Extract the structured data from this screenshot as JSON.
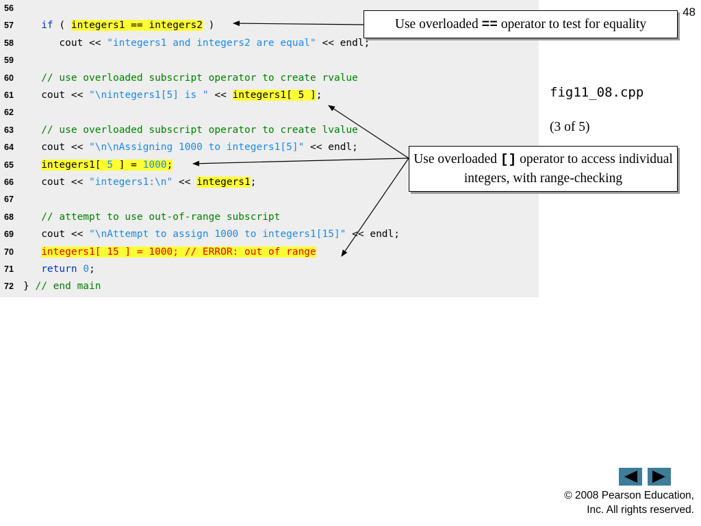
{
  "slide_number": "48",
  "file_name": "fig11_08.cpp",
  "page_indicator": "(3 of 5)",
  "code_lines": [
    {
      "num": "56",
      "segments": []
    },
    {
      "num": "57",
      "segments": [
        {
          "t": "   ",
          "c": ""
        },
        {
          "t": "if",
          "c": "kw"
        },
        {
          "t": " ( ",
          "c": ""
        },
        {
          "t": "integers1 == integers2",
          "c": "hl"
        },
        {
          "t": " )",
          "c": ""
        }
      ]
    },
    {
      "num": "58",
      "segments": [
        {
          "t": "      cout << ",
          "c": ""
        },
        {
          "t": "\"integers1 and integers2 are equal\"",
          "c": "str"
        },
        {
          "t": " << endl;",
          "c": ""
        }
      ]
    },
    {
      "num": "59",
      "segments": []
    },
    {
      "num": "60",
      "segments": [
        {
          "t": "   ",
          "c": ""
        },
        {
          "t": "// use overloaded subscript operator to create rvalue",
          "c": "cm"
        }
      ]
    },
    {
      "num": "61",
      "segments": [
        {
          "t": "   cout << ",
          "c": ""
        },
        {
          "t": "\"\\nintegers1[5] is \"",
          "c": "str"
        },
        {
          "t": " << ",
          "c": ""
        },
        {
          "t": "integers1[ 5 ]",
          "c": "hl"
        },
        {
          "t": ";",
          "c": ""
        }
      ]
    },
    {
      "num": "62",
      "segments": []
    },
    {
      "num": "63",
      "segments": [
        {
          "t": "   ",
          "c": ""
        },
        {
          "t": "// use overloaded subscript operator to create lvalue",
          "c": "cm"
        }
      ]
    },
    {
      "num": "64",
      "segments": [
        {
          "t": "   cout << ",
          "c": ""
        },
        {
          "t": "\"\\n\\nAssigning 1000 to integers1[5]\"",
          "c": "str"
        },
        {
          "t": " << endl;",
          "c": ""
        }
      ]
    },
    {
      "num": "65",
      "segments": [
        {
          "t": "   ",
          "c": ""
        },
        {
          "t": "integers1[ ",
          "c": "hl"
        },
        {
          "t": "5",
          "c": "hl num"
        },
        {
          "t": " ] = ",
          "c": "hl"
        },
        {
          "t": "1000",
          "c": "hl num"
        },
        {
          "t": ";",
          "c": "hl"
        }
      ]
    },
    {
      "num": "66",
      "segments": [
        {
          "t": "   cout << ",
          "c": ""
        },
        {
          "t": "\"integers1:\\n\"",
          "c": "str"
        },
        {
          "t": " << ",
          "c": ""
        },
        {
          "t": "integers1",
          "c": "hl"
        },
        {
          "t": ";",
          "c": ""
        }
      ]
    },
    {
      "num": "67",
      "segments": []
    },
    {
      "num": "68",
      "segments": [
        {
          "t": "   ",
          "c": ""
        },
        {
          "t": "// attempt to use out-of-range subscript",
          "c": "cm"
        }
      ]
    },
    {
      "num": "69",
      "segments": [
        {
          "t": "   cout << ",
          "c": ""
        },
        {
          "t": "\"\\nAttempt to assign 1000 to integers1[15]\"",
          "c": "str"
        },
        {
          "t": " << endl;",
          "c": ""
        }
      ]
    },
    {
      "num": "70",
      "segments": [
        {
          "t": "   ",
          "c": ""
        },
        {
          "t": "integers1[ 15 ] = 1000; // ERROR: out of range",
          "c": "err"
        }
      ]
    },
    {
      "num": "71",
      "segments": [
        {
          "t": "   ",
          "c": ""
        },
        {
          "t": "return",
          "c": "kw"
        },
        {
          "t": " ",
          "c": ""
        },
        {
          "t": "0",
          "c": "num"
        },
        {
          "t": ";",
          "c": ""
        }
      ]
    },
    {
      "num": "72",
      "segments": [
        {
          "t": "} ",
          "c": ""
        },
        {
          "t": "// end main",
          "c": "cm"
        }
      ]
    }
  ],
  "callout_equality": {
    "before": "Use overloaded ",
    "op": "==",
    "after": " operator to test for equality"
  },
  "callout_subscript": {
    "before": "Use overloaded ",
    "op": "[]",
    "after": " operator to access individual integers, with range-checking"
  },
  "nav": {
    "prev_icon": "triangle-left-icon",
    "next_icon": "triangle-right-icon"
  },
  "copyright": {
    "line1": "© 2008 Pearson Education,",
    "line2": "Inc.  All rights reserved."
  },
  "colors": {
    "code_background": "#eeeeee",
    "highlight": "#ffff33",
    "keyword": "#0033cc",
    "string": "#1e88e5",
    "comment": "#008000",
    "error": "#e00000",
    "nav_button": "#3d7d99"
  }
}
